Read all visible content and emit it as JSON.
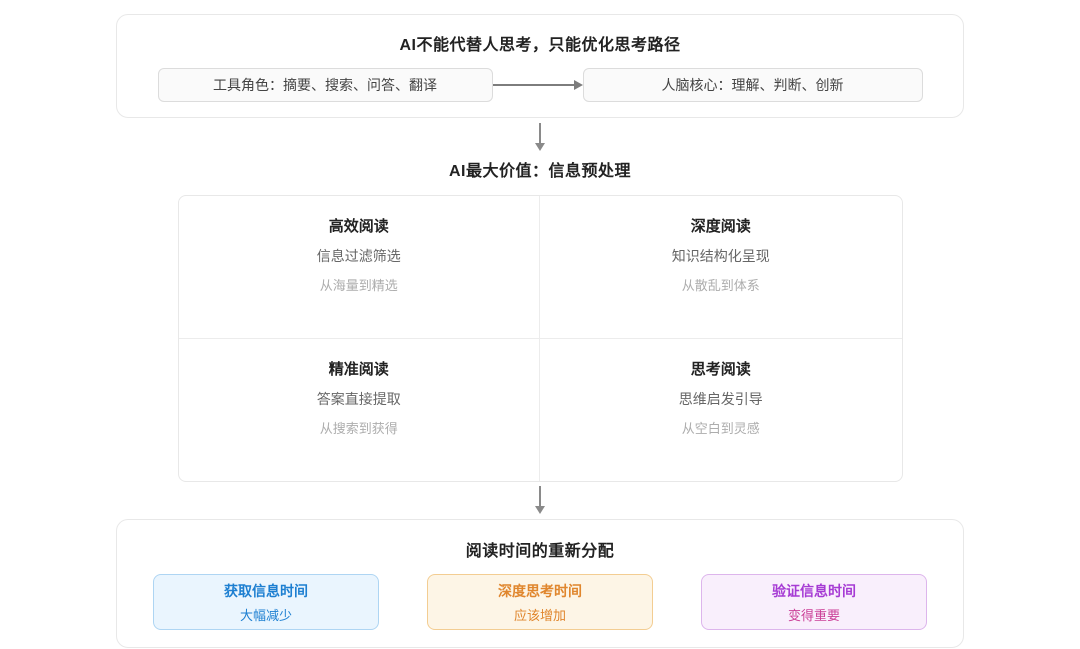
{
  "top_section": {
    "title": "AI不能代替人思考，只能优化思考路径",
    "tool_role_label": "工具角色：摘要、搜索、问答、翻译",
    "brain_core_label": "人脑核心：理解、判断、创新"
  },
  "mid_heading": "AI最大价值：信息预处理",
  "quadrants": [
    {
      "title": "高效阅读",
      "line1": "信息过滤筛选",
      "line2": "从海量到精选"
    },
    {
      "title": "深度阅读",
      "line1": "知识结构化呈现",
      "line2": "从散乱到体系"
    },
    {
      "title": "精准阅读",
      "line1": "答案直接提取",
      "line2": "从搜索到获得"
    },
    {
      "title": "思考阅读",
      "line1": "思维启发引导",
      "line2": "从空白到灵感"
    }
  ],
  "bottom_section": {
    "title": "阅读时间的重新分配",
    "cards": [
      {
        "title": "获取信息时间",
        "subtitle": "大幅减少",
        "title_color": "#1d7fd1",
        "subtitle_color": "#1d7fd1",
        "bg": "#eaf5fe",
        "border": "#aed5f3"
      },
      {
        "title": "深度思考时间",
        "subtitle": "应该增加",
        "title_color": "#e0862d",
        "subtitle_color": "#e0862d",
        "bg": "#fdf5e6",
        "border": "#f3cd92"
      },
      {
        "title": "验证信息时间",
        "subtitle": "变得重要",
        "title_color": "#a63bd4",
        "subtitle_color": "#cb3f97",
        "bg": "#f9effc",
        "border": "#ddb5ec"
      }
    ]
  }
}
